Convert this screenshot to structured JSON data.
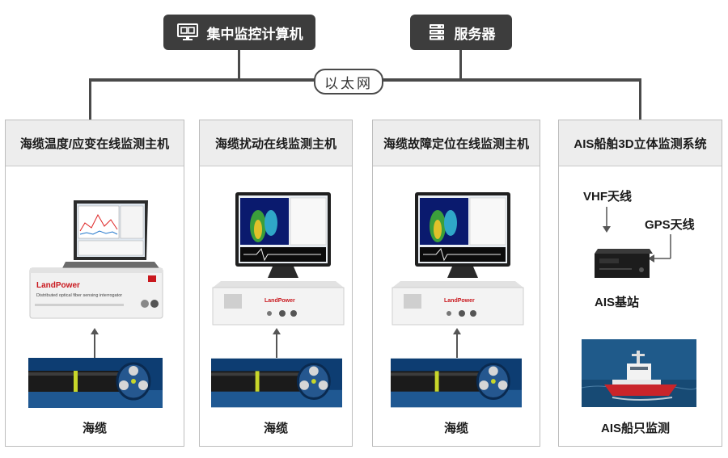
{
  "top_nodes": {
    "monitor_computer": {
      "label": "集中监控计算机",
      "icon": "monitor-icon"
    },
    "server": {
      "label": "服务器",
      "icon": "server-icon"
    }
  },
  "network": {
    "label": "以太网"
  },
  "panels": [
    {
      "title": "海缆温度/应变在线监测主机",
      "cable_label": "海缆"
    },
    {
      "title": "海缆扰动在线监测主机",
      "cable_label": "海缆"
    },
    {
      "title": "海缆故障定位在线监测主机",
      "cable_label": "海缆"
    },
    {
      "title": "AIS船舶3D立体监测系统"
    }
  ],
  "ais": {
    "vhf_label": "VHF天线",
    "gps_label": "GPS天线",
    "station_label": "AIS基站",
    "ship_label": "AIS船只监测"
  },
  "device_brand": "LandPower",
  "device_subtitle": "Distributed optical fiber sensing interrogator",
  "colors": {
    "dark_box": "#3d3d3d",
    "line": "#4a4a4a",
    "panel_head": "#ededed",
    "accent_yellow": "#c8d62a"
  }
}
